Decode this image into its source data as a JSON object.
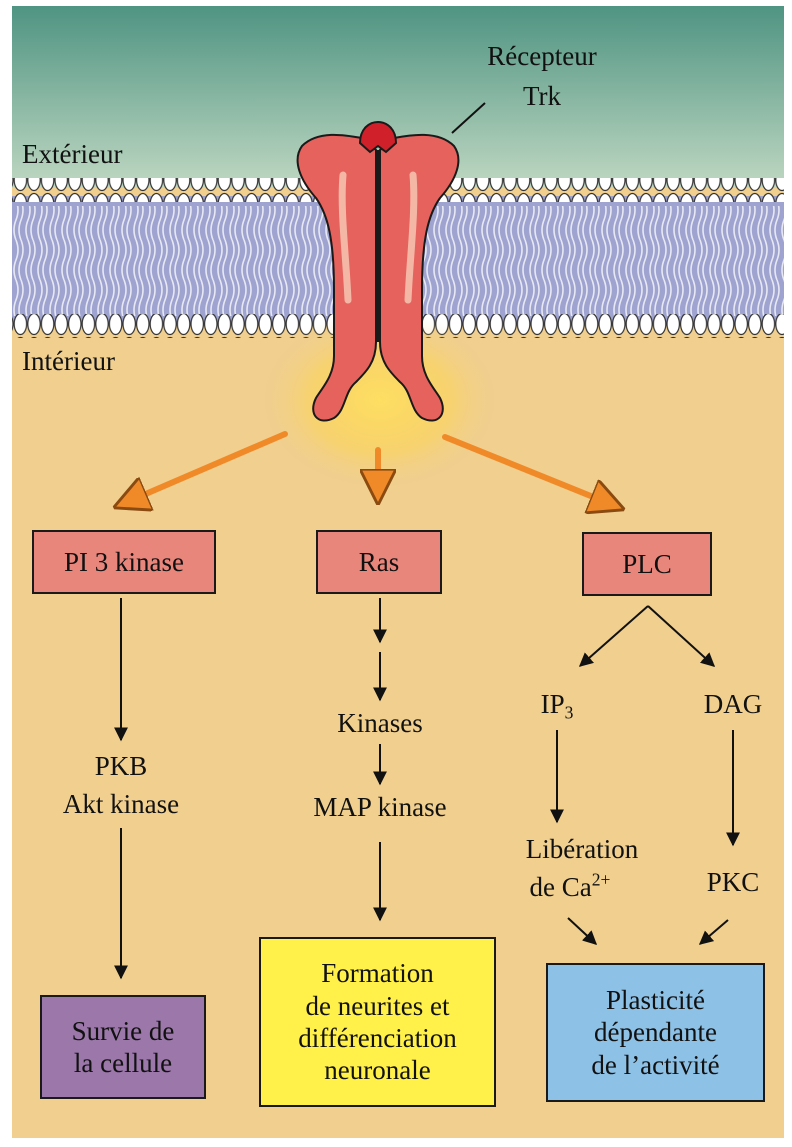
{
  "labels": {
    "receptor_line1": "Récepteur",
    "receptor_line2": "Trk",
    "exterior": "Extérieur",
    "interior": "Intérieur"
  },
  "nodes": {
    "pi3k": "PI 3 kinase",
    "ras": "Ras",
    "plc": "PLC",
    "ip3_base": "IP",
    "ip3_sub": "3",
    "dag": "DAG",
    "kinases": "Kinases",
    "map_kinase": "MAP kinase",
    "pkb_line1": "PKB",
    "pkb_line2": "Akt kinase",
    "liberation_line1": "Libération",
    "liberation_line2_base": "de Ca",
    "liberation_line2_sup": "2+",
    "pkc": "PKC"
  },
  "outcomes": {
    "survival": "Survie de\nla cellule",
    "neurites": "Formation\nde neurites et\ndifférenciation\nneuronale",
    "plasticity": "Plasticité\ndépendante\nde l’activité"
  },
  "colors": {
    "exterior": "#5f9e8c",
    "interior": "#f0cf8f",
    "membrane": "#9fa3d0",
    "receptor": "#e5625d",
    "enzyme_box": "#e9867c",
    "arrow_orange": "#f08a28",
    "survival_box": "#9b77aa",
    "neurites_box": "#fff04a",
    "plasticity_box": "#8ec1e6"
  }
}
